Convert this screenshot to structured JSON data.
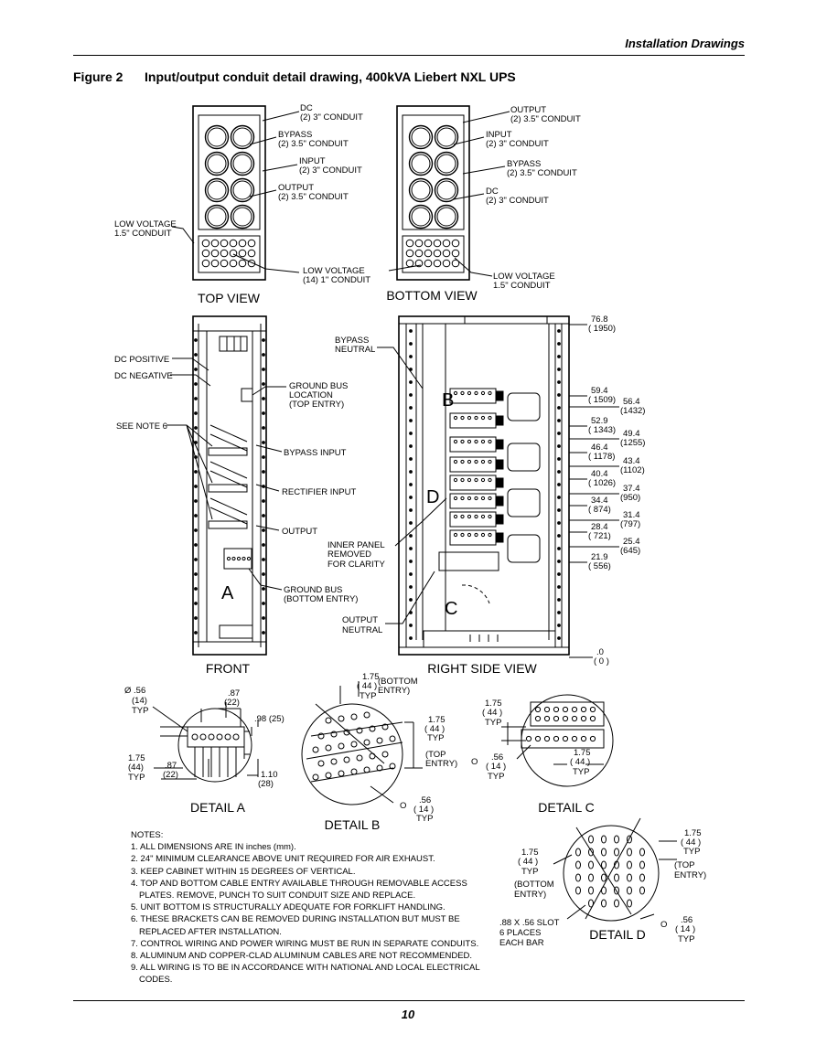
{
  "header": {
    "section": "Installation Drawings",
    "page": "10"
  },
  "figure": {
    "number": "Figure 2",
    "title": "Input/output conduit detail drawing, 400kVA Liebert NXL UPS"
  },
  "top_view": {
    "title": "TOP VIEW",
    "dc": [
      "DC",
      "(2) 3\" CONDUIT"
    ],
    "bypass": [
      "BYPASS",
      "(2) 3.5\" CONDUIT"
    ],
    "input": [
      "INPUT",
      "(2) 3\" CONDUIT"
    ],
    "output": [
      "OUTPUT",
      "(2) 3.5\" CONDUIT"
    ],
    "low_voltage_left": [
      "LOW VOLTAGE",
      "1.5\" CONDUIT"
    ],
    "low_voltage_bottom": [
      "LOW VOLTAGE",
      "(14) 1\" CONDUIT"
    ]
  },
  "bottom_view": {
    "title": "BOTTOM VIEW",
    "output": [
      "OUTPUT",
      "(2) 3.5\" CONDUIT"
    ],
    "input": [
      "INPUT",
      "(2) 3\" CONDUIT"
    ],
    "bypass": [
      "BYPASS",
      "(2) 3.5\" CONDUIT"
    ],
    "dc": [
      "DC",
      "(2) 3\" CONDUIT"
    ],
    "low_voltage": [
      "LOW VOLTAGE",
      "1.5\" CONDUIT"
    ]
  },
  "front": {
    "title": "FRONT",
    "dc_positive": "DC POSITIVE",
    "dc_negative": "DC NEGATIVE",
    "see_note": "SEE NOTE 6",
    "ground_top": [
      "GROUND BUS",
      "LOCATION",
      "(TOP ENTRY)"
    ],
    "bypass_input": "BYPASS INPUT",
    "rectifier_input": "RECTIFIER INPUT",
    "output": "OUTPUT",
    "ground_bottom": [
      "GROUND BUS",
      "(BOTTOM ENTRY)"
    ],
    "letter_a": "A"
  },
  "right_side": {
    "title": "RIGHT SIDE VIEW",
    "bypass_neutral": [
      "BYPASS",
      "NEUTRAL"
    ],
    "inner_panel": [
      "INNER PANEL",
      "REMOVED",
      "FOR CLARITY"
    ],
    "output_neutral": [
      "OUTPUT",
      "NEUTRAL"
    ],
    "letter_b": "B",
    "letter_c": "C",
    "letter_d": "D",
    "dims": [
      [
        "76.8",
        "( 1950)"
      ],
      [
        "59.4",
        "( 1509)"
      ],
      [
        "56.4",
        "(1432)"
      ],
      [
        "52.9",
        "( 1343)"
      ],
      [
        "49.4",
        "(1255)"
      ],
      [
        "46.4",
        "( 1178)"
      ],
      [
        "43.4",
        "(1102)"
      ],
      [
        "40.4",
        "( 1026)"
      ],
      [
        "37.4",
        "(950)"
      ],
      [
        "34.4",
        "( 874)"
      ],
      [
        "31.4",
        "(797)"
      ],
      [
        "28.4",
        "( 721)"
      ],
      [
        "25.4",
        "(645)"
      ],
      [
        "21.9",
        "( 556)"
      ],
      [
        ".0",
        "( 0 )"
      ]
    ]
  },
  "detail_a": {
    "title": "DETAIL A",
    "hole": [
      "Ø .56",
      "(14)",
      "TYP"
    ],
    "d87_top": [
      ".87",
      "(22)"
    ],
    "d98": ".98 (25)",
    "d175": [
      "1.75",
      "(44)",
      "TYP"
    ],
    "d87_bot": [
      ".87",
      "(22)"
    ],
    "d110": [
      "1.10",
      "(28)"
    ]
  },
  "detail_b": {
    "title": "DETAIL B",
    "top": [
      "1.75",
      "( 44 )",
      "TYP",
      "(BOTTOM",
      "ENTRY)"
    ],
    "right": [
      "1.75",
      "( 44 )",
      "TYP",
      "(TOP",
      "ENTRY)"
    ],
    "hole": [
      "O",
      ".56",
      "( 14 )",
      "TYP"
    ]
  },
  "detail_c": {
    "title": "DETAIL C",
    "left": [
      "1.75",
      "( 44 )",
      "TYP"
    ],
    "hole": [
      "O",
      ".56",
      "( 14 )",
      "TYP"
    ],
    "right": [
      "1.75",
      "( 44 )",
      "TYP"
    ]
  },
  "detail_d": {
    "title": "DETAIL D",
    "right": [
      "1.75",
      "( 44 )",
      "TYP",
      "(TOP",
      "ENTRY)"
    ],
    "left": [
      "1.75",
      "( 44 )",
      "TYP",
      "(BOTTOM",
      "ENTRY)"
    ],
    "slot": [
      ".88 X .56 SLOT",
      "6 PLACES",
      "EACH BAR"
    ],
    "hole": [
      "O",
      ".56",
      "( 14 )",
      "TYP"
    ]
  },
  "notes": {
    "heading": "NOTES:",
    "lines": [
      "1. ALL DIMENSIONS ARE IN inches (mm).",
      "2. 24\" MINIMUM CLEARANCE ABOVE UNIT REQUIRED FOR AIR EXHAUST.",
      "3. KEEP CABINET WITHIN 15 DEGREES OF VERTICAL.",
      "4. TOP AND BOTTOM CABLE ENTRY AVAILABLE THROUGH REMOVABLE ACCESS",
      "PLATES.  REMOVE, PUNCH TO SUIT CONDUIT SIZE AND REPLACE.",
      "5. UNIT BOTTOM IS STRUCTURALLY ADEQUATE FOR FORKLIFT HANDLING.",
      "6. THESE BRACKETS CAN BE REMOVED DURING INSTALLATION BUT MUST BE",
      "REPLACED AFTER INSTALLATION.",
      "7. CONTROL WIRING AND POWER WIRING MUST BE RUN IN SEPARATE CONDUITS.",
      "8. ALUMINUM AND COPPER-CLAD ALUMINUM CABLES ARE NOT RECOMMENDED.",
      "9. ALL WIRING IS TO BE IN ACCORDANCE WITH NATIONAL AND LOCAL ELECTRICAL",
      "CODES."
    ]
  }
}
